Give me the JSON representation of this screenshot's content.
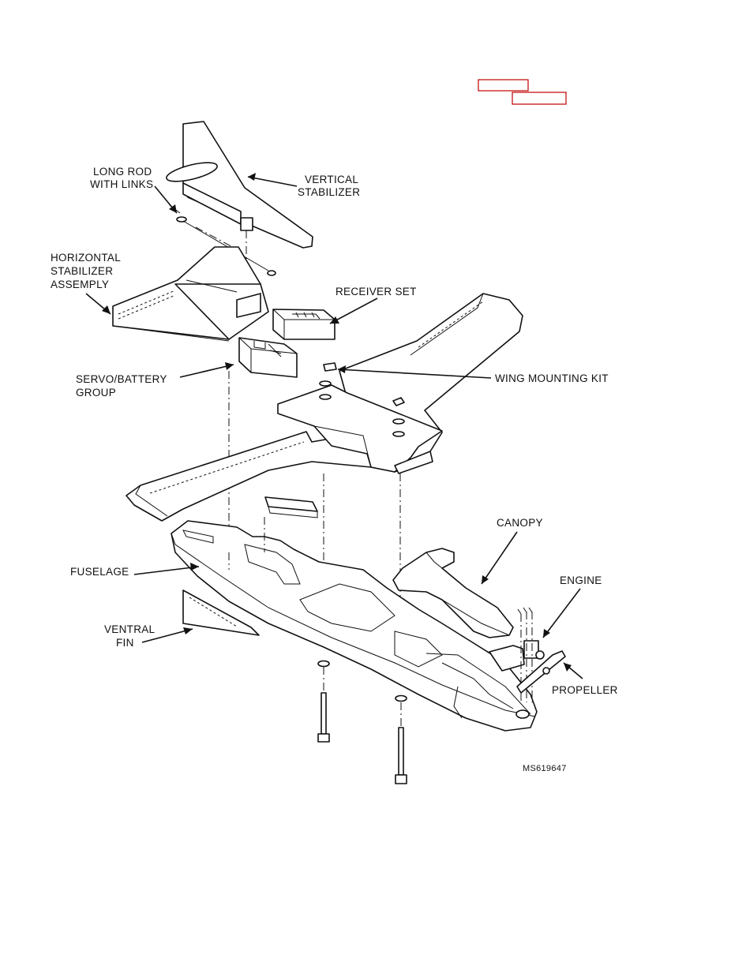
{
  "figure_id": "MS619647",
  "callouts": {
    "long_rod": [
      "LONG ROD",
      "WITH  LINKS"
    ],
    "vertical_stabilizer": [
      "VERTICAL",
      "STABILIZER"
    ],
    "horizontal_stabilizer": [
      "HORIZONTAL",
      "STABILIZER",
      "ASSEMPLY"
    ],
    "receiver_set": [
      "RECEIVER SET"
    ],
    "servo_battery": [
      "SERVO/BATTERY",
      "GROUP"
    ],
    "wing_mounting_kit": [
      "WING MOUNTING KIT"
    ],
    "canopy": [
      "CANOPY"
    ],
    "engine": [
      "ENGINE"
    ],
    "fuselage": [
      "FUSELAGE"
    ],
    "ventral_fin": [
      "VENTRAL",
      "FIN"
    ],
    "propeller": [
      "PROPELLER"
    ]
  },
  "colors": {
    "line": "#111111",
    "reference_box": "#c00000",
    "background": "#ffffff"
  }
}
